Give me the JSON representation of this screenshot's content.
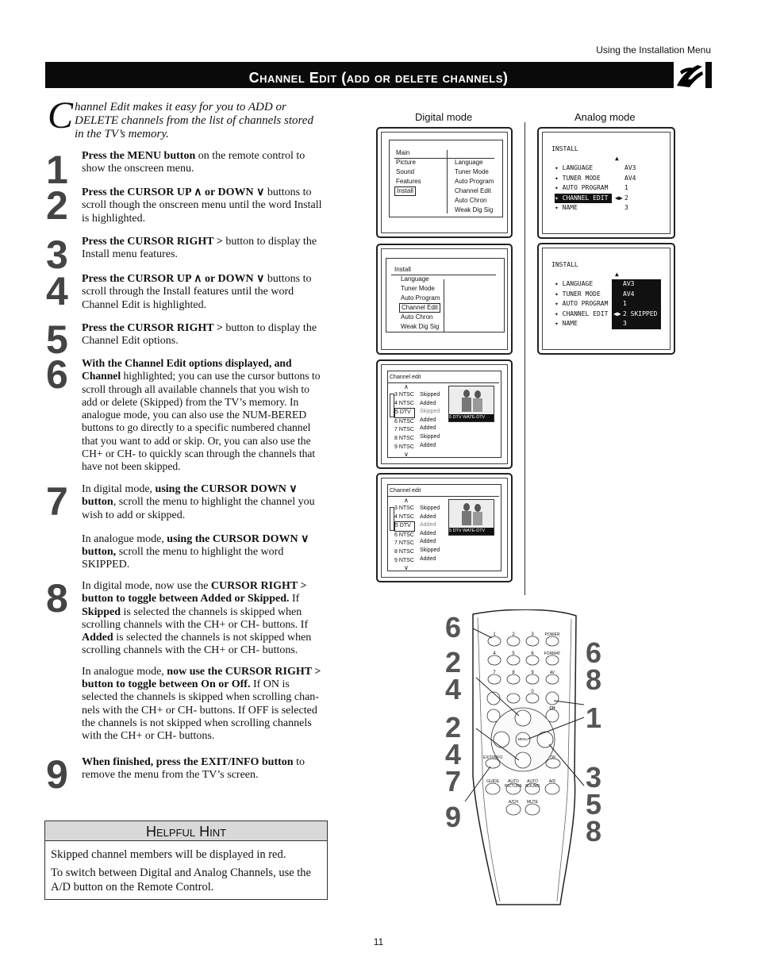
{
  "header": {
    "section_label": "Using the Installation Menu"
  },
  "title": "Channel Edit (add or delete channels)",
  "intro": {
    "dropcap": "C",
    "text": "hannel Edit makes it easy for you to ADD or DELETE channels from the list of channels stored in the TV’s memory."
  },
  "steps": {
    "s1": {
      "num": "1",
      "bold": "Press the MENU button",
      "rest": " on the remote control to show the onscreen menu."
    },
    "s2": {
      "num": "2",
      "bold": "Press the CURSOR UP ∧  or DOWN ∨",
      "rest": " buttons to scroll though the onscreen menu until the word Install is highlighted."
    },
    "s3": {
      "num": "3",
      "bold": "Press the CURSOR RIGHT >",
      "rest": " button to display the Install menu features."
    },
    "s4": {
      "num": "4",
      "bold": "Press the CURSOR UP ∧  or DOWN ∨",
      "rest": " buttons to scroll through the Install features until the word Channel Edit is highlighted."
    },
    "s5": {
      "num": "5",
      "bold": "Press the CURSOR RIGHT >",
      "rest": " button to display the Channel Edit options."
    },
    "s6": {
      "num": "6",
      "bold": "With the Channel Edit options displayed, and Channel",
      "rest": " highlighted; you can use the cursor buttons to scroll through all available channels that you wish to add or delete (Skipped) from the TV’s memory. In analogue mode, you can also use the NUM-BERED buttons to go directly to a specific numbered channel that you want to add or skip. Or, you can also use the CH+ or CH- to quickly scan through the channels that have not been skipped."
    },
    "s7": {
      "num": "7",
      "p1_pre": "In digital mode, ",
      "p1_bold": "using the  CURSOR DOWN ∨ button",
      "p1_rest": ", scroll the menu to highlight the channel you wish to add or skipped.",
      "p2_pre": "In analogue mode, ",
      "p2_bold": "using the  CURSOR DOWN ∨ button,",
      "p2_rest": " scroll the menu to highlight the word SKIPPED."
    },
    "s8": {
      "num": "8",
      "p1_pre": "In digital mode, now use the ",
      "p1_bold": "CURSOR RIGHT > button to toggle between Added or Skipped.",
      "p1_rest_a": " If ",
      "p1_bold2": "Skipped",
      "p1_rest_b": " is selected the channels is skipped when scrolling channels with the CH+ or CH- buttons. If ",
      "p1_bold3": "Added",
      "p1_rest_c": " is selected the channels is not skipped when scrolling channels with the CH+ or CH- buttons.",
      "p2_pre": "In analogue mode, ",
      "p2_bold": "now use the CURSOR RIGHT > button to toggle between On or Off.",
      "p2_rest": "  If ON is selected the channels is skipped when scrolling chan-nels with the CH+ or CH- buttons. If OFF is selected the channels is not skipped when scrolling channels with the CH+ or CH- buttons."
    },
    "s9": {
      "num": "9",
      "bold": "When finished, press the EXIT/INFO button",
      "rest": " to remove the menu from the TV’s screen."
    }
  },
  "hint": {
    "title": "Helpful Hint",
    "line1": "Skipped channel members will be displayed in red.",
    "line2": "To switch between Digital and Analog Channels, use the A/D button on the Remote Control."
  },
  "columns": {
    "digital": "Digital mode",
    "analog": "Analog mode"
  },
  "digital_main": {
    "header": "Main",
    "left": [
      "Picture",
      "Sound",
      "Features",
      "Install"
    ],
    "right": [
      "Language",
      "Tuner Mode",
      "Auto Program",
      "Channel Edit",
      "Auto Chron",
      "Weak Dig Sig"
    ]
  },
  "digital_install": {
    "header": "Install",
    "items": [
      "Language",
      "Tuner Mode",
      "Auto Program",
      "Channel Edit",
      "Auto Chron",
      "Weak Dig Sig"
    ]
  },
  "channel_edit_1": {
    "header": "Channel edit",
    "up": "∧",
    "down": "∨",
    "rows": [
      [
        "3 NTSC",
        "Skipped"
      ],
      [
        "4 NTSC",
        "Added"
      ],
      [
        "5 DTV",
        "Skipped"
      ],
      [
        "6 NTSC",
        "Added"
      ],
      [
        "7 NTSC",
        "Added"
      ],
      [
        "8 NTSC",
        "Skipped"
      ],
      [
        "9 NTSC",
        "Added"
      ]
    ],
    "caption": "5 DTV WATE-DTV"
  },
  "channel_edit_2": {
    "header": "Channel edit",
    "up": "∧",
    "down": "∨",
    "rows": [
      [
        "3 NTSC",
        "Skipped"
      ],
      [
        "4 NTSC",
        "Added"
      ],
      [
        "5 DTV",
        "Added"
      ],
      [
        "6 NTSC",
        "Added"
      ],
      [
        "7 NTSC",
        "Added"
      ],
      [
        "8 NTSC",
        "Skipped"
      ],
      [
        "9 NTSC",
        "Added"
      ]
    ],
    "caption": "5 DTV WATE-DTV"
  },
  "analog_1": {
    "header": "INSTALL",
    "items": [
      "LANGUAGE",
      "TUNER MODE",
      "AUTO PROGRAM",
      "CHANNEL EDIT",
      "NAME"
    ],
    "values": [
      "AV3",
      "AV4",
      "1",
      "2",
      "3"
    ]
  },
  "analog_2": {
    "header": "INSTALL",
    "items": [
      "LANGUAGE",
      "TUNER MODE",
      "AUTO PROGRAM",
      "CHANNEL EDIT",
      "NAME"
    ],
    "values": [
      "AV3",
      "AV4",
      "1",
      "2",
      "3"
    ],
    "skipped": "SKIPPED"
  },
  "remote": {
    "keys": [
      "1",
      "2",
      "3",
      "4",
      "5",
      "6",
      "7",
      "8",
      "9",
      "0"
    ],
    "power": "POWER",
    "format": "FORMAT",
    "av": "AV",
    "ch": "CH",
    "menu": "MENU",
    "ok": "OK",
    "exit": "EXIT/INFO",
    "guide": "GUIDE",
    "auto_pic": "AUTO PICTURE",
    "auto_sound": "AUTO SOUND",
    "ad": "A/D",
    "ach": "A/CH",
    "mute": "MUTE"
  },
  "callouts": {
    "left_top": "6",
    "left_mid": "2 4",
    "left_low": "2 4 7",
    "left_bottom": "9",
    "right_top": "6 8",
    "right_mid": "1",
    "right_bottom": "3 5 8"
  },
  "page_number": "11"
}
